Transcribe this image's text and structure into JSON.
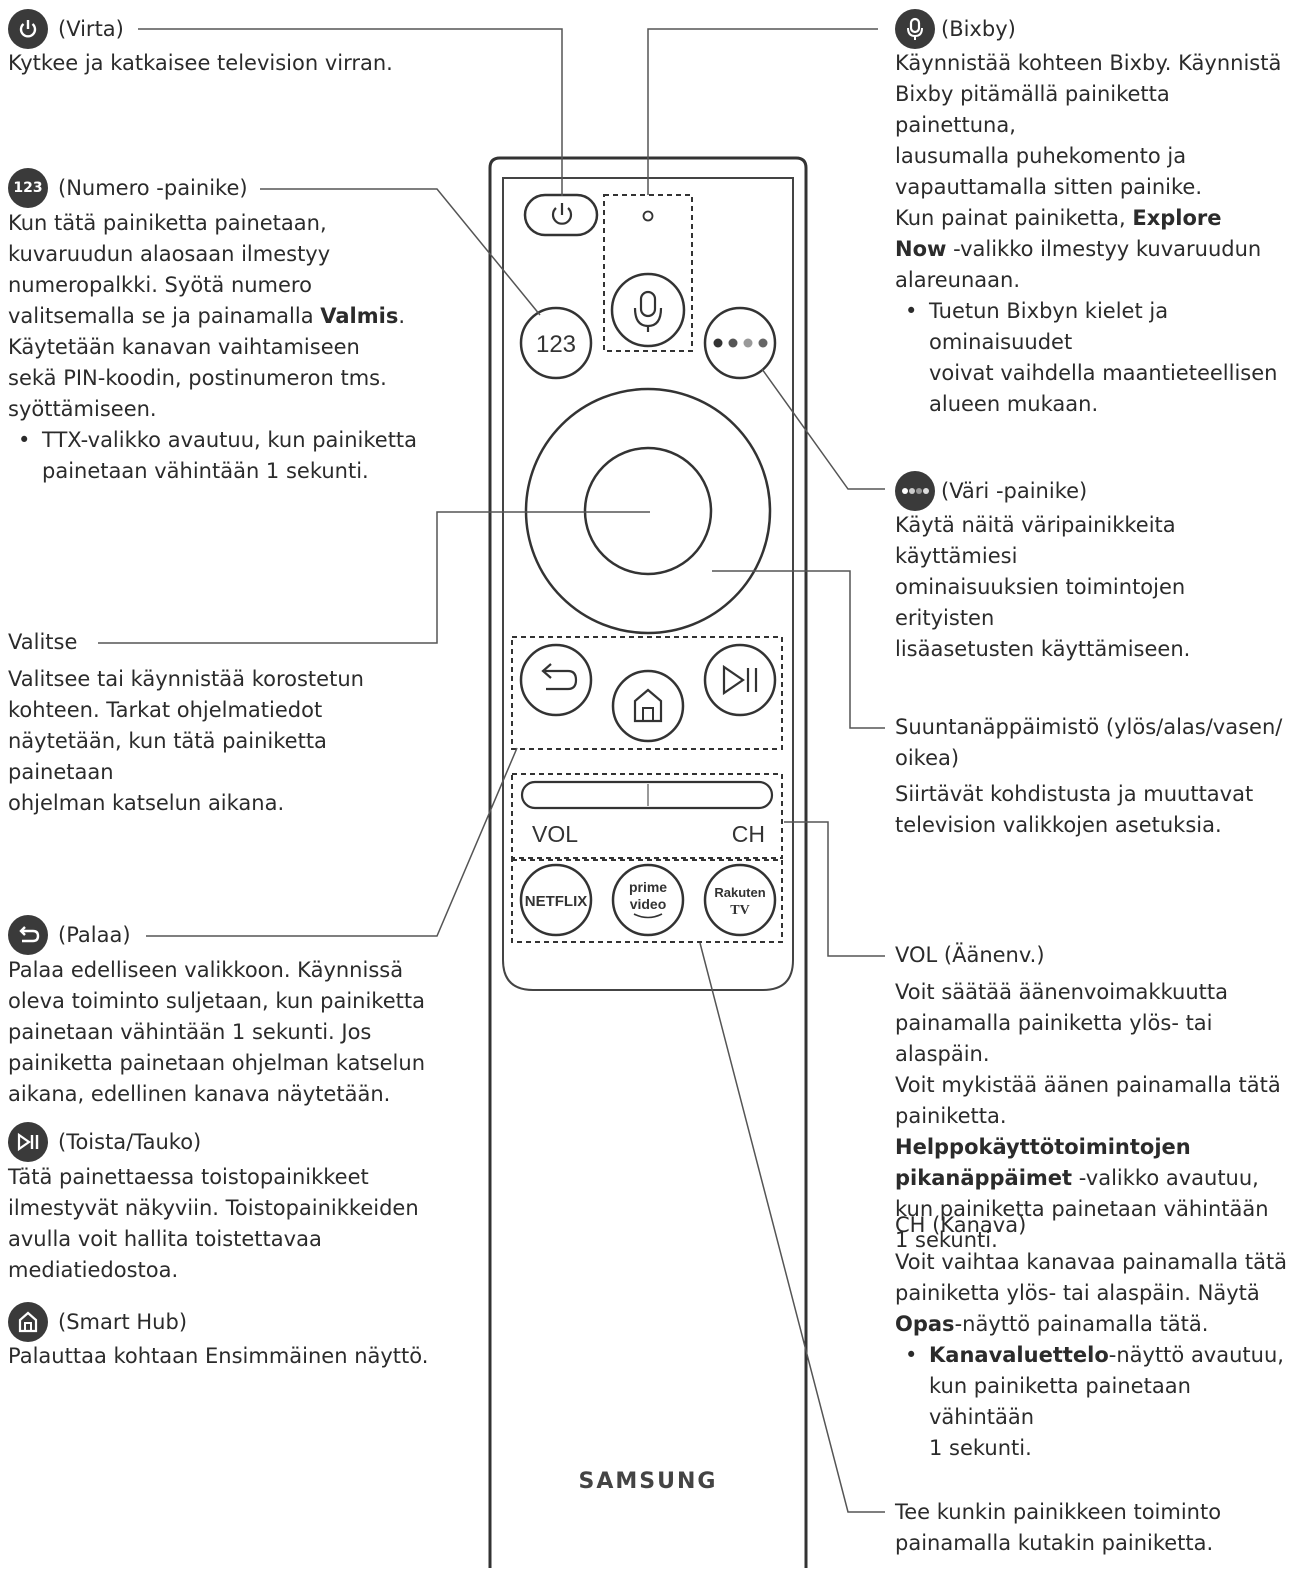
{
  "power": {
    "heading": "(Virta)",
    "text": "Kytkee ja katkaisee television virran."
  },
  "number": {
    "icon_text": "123",
    "heading": "(Numero -painike)",
    "text_lines": [
      "Kun tätä painiketta painetaan,",
      "kuvaruudun alaosaan ilmestyy",
      "numeropalkki. Syötä numero",
      "valitsemalla se ja painamalla "
    ],
    "text_bold": "Valmis",
    "text_after": ".",
    "text_lines2": [
      "Käytetään kanavan vaihtamiseen",
      "sekä PIN-koodin, postinumeron tms.",
      "syöttämiseen."
    ],
    "bullet_lines": [
      "TTX-valikko avautuu, kun painiketta",
      "painetaan vähintään 1 sekunti."
    ]
  },
  "select": {
    "heading": "Valitse",
    "text_lines": [
      "Valitsee tai käynnistää korostetun",
      "kohteen. Tarkat ohjelmatiedot",
      "näytetään, kun tätä painiketta painetaan",
      "ohjelman katselun aikana."
    ]
  },
  "back": {
    "heading": "(Palaa)",
    "text_lines": [
      "Palaa edelliseen valikkoon. Käynnissä",
      "oleva toiminto suljetaan, kun painiketta",
      "painetaan vähintään 1 sekunti. Jos",
      "painiketta painetaan ohjelman katselun",
      "aikana, edellinen kanava näytetään."
    ]
  },
  "play": {
    "heading": "(Toista/Tauko)",
    "text_lines": [
      "Tätä painettaessa toistopainikkeet",
      "ilmestyvät näkyviin. Toistopainikkeiden",
      "avulla voit hallita toistettavaa",
      "mediatiedostoa."
    ]
  },
  "smarthub": {
    "heading": "(Smart Hub)",
    "text": "Palauttaa kohtaan Ensimmäinen näyttö."
  },
  "bixby": {
    "heading": "(Bixby)",
    "text_lines": [
      "Käynnistää kohteen Bixby. Käynnistä",
      "Bixby pitämällä painiketta painettuna,",
      "lausumalla puhekomento ja",
      "vapauttamalla sitten painike.",
      "Kun painat painiketta, "
    ],
    "bold1": "Explore",
    "bold2": "Now",
    "text_after": " -valikko ilmestyy kuvaruudun",
    "text_last": "alareunaan.",
    "bullet_lines": [
      "Tuetun Bixbyn kielet ja ominaisuudet",
      "voivat vaihdella maantieteellisen",
      "alueen mukaan."
    ]
  },
  "color": {
    "heading": "(Väri -painike)",
    "text_lines": [
      "Käytä näitä väripainikkeita käyttämiesi",
      "ominaisuuksien toimintojen erityisten",
      "lisäasetusten käyttämiseen."
    ]
  },
  "dpad": {
    "heading_lines": [
      "Suuntanäppäimistö (ylös/alas/vasen/",
      "oikea)"
    ],
    "text_lines": [
      "Siirtävät kohdistusta ja muuttavat",
      "television valikkojen asetuksia."
    ]
  },
  "vol": {
    "heading": "VOL (Äänenv.)",
    "text_lines": [
      "Voit säätää äänenvoimakkuutta",
      "painamalla painiketta ylös- tai alaspäin.",
      "Voit mykistää äänen painamalla tätä",
      "painiketta. "
    ],
    "bold1": "Helppokäyttötoimintojen",
    "bold2": "pikanäppäimet",
    "text_after": " -valikko avautuu,",
    "text_lines2": [
      "kun painiketta painetaan vähintään",
      "1 sekunti."
    ]
  },
  "ch": {
    "heading": "CH (Kanava)",
    "text_lines": [
      "Voit vaihtaa kanavaa painamalla tätä",
      "painiketta ylös- tai alaspäin. Näytä"
    ],
    "bold1": "Opas",
    "text_after": "-näyttö painamalla tätä.",
    "bullet_bold": "Kanavaluettelo",
    "bullet_after": "-näyttö avautuu,",
    "bullet_lines2": [
      "kun painiketta painetaan vähintään",
      "1 sekunti."
    ]
  },
  "apps": {
    "text_lines": [
      "Tee kunkin painikkeen toiminto",
      "painamalla kutakin painiketta."
    ]
  },
  "remote": {
    "btn_123": "123",
    "vol_label": "VOL",
    "ch_label": "CH",
    "netflix": "NETFLIX",
    "prime_line1": "prime",
    "prime_line2": "video",
    "rakuten_line1": "Rakuten",
    "rakuten_line2": "TV",
    "brand": "SAMSUNG"
  },
  "icons": [
    "power-icon",
    "number-icon",
    "back-icon",
    "play-pause-icon",
    "home-icon",
    "mic-icon",
    "color-dots-icon"
  ]
}
